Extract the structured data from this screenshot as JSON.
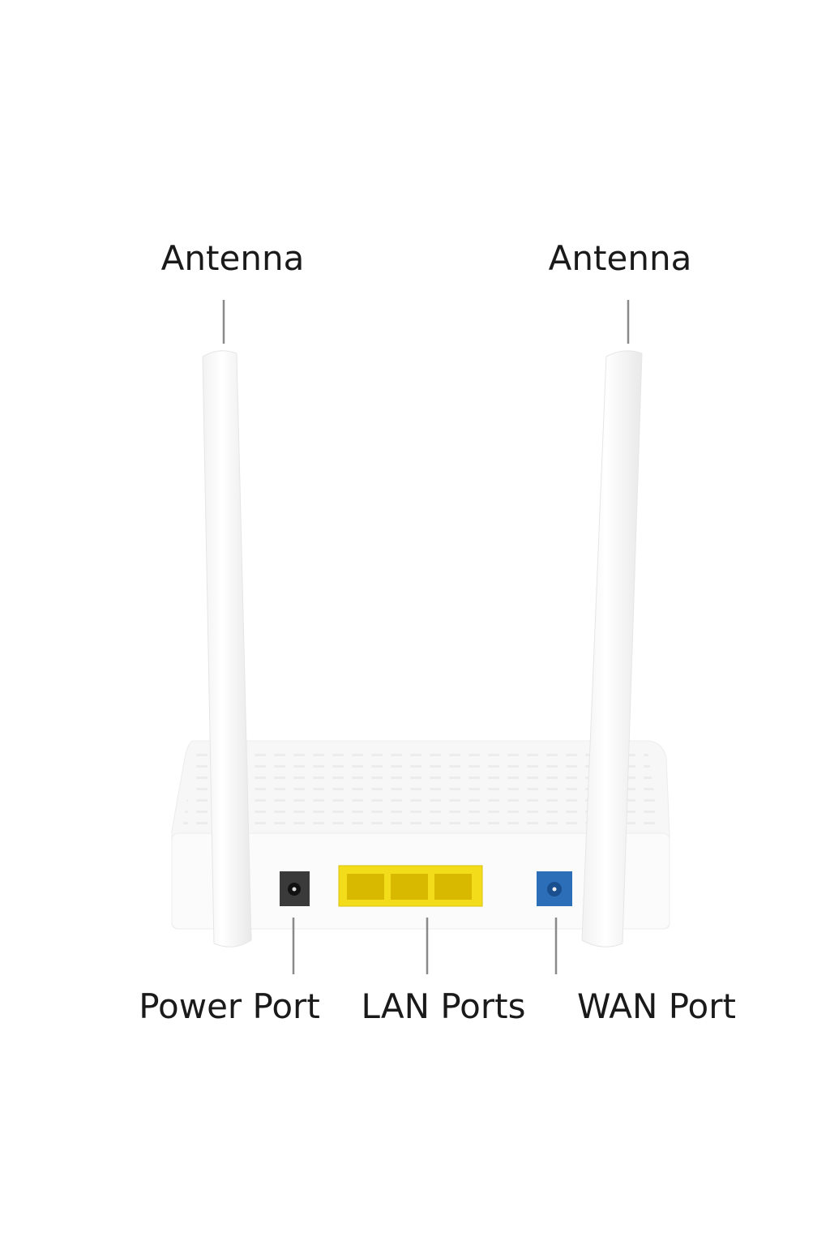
{
  "labels": {
    "antenna_left": "Antenna",
    "antenna_right": "Antenna",
    "power_port": "Power Port",
    "lan_ports": "LAN Ports",
    "wan_port": "WAN Port"
  },
  "colors": {
    "lan": "#f3dc1a",
    "wan": "#2c6fb8",
    "power": "#3a3a3a",
    "leader": "#8a8a8a"
  }
}
